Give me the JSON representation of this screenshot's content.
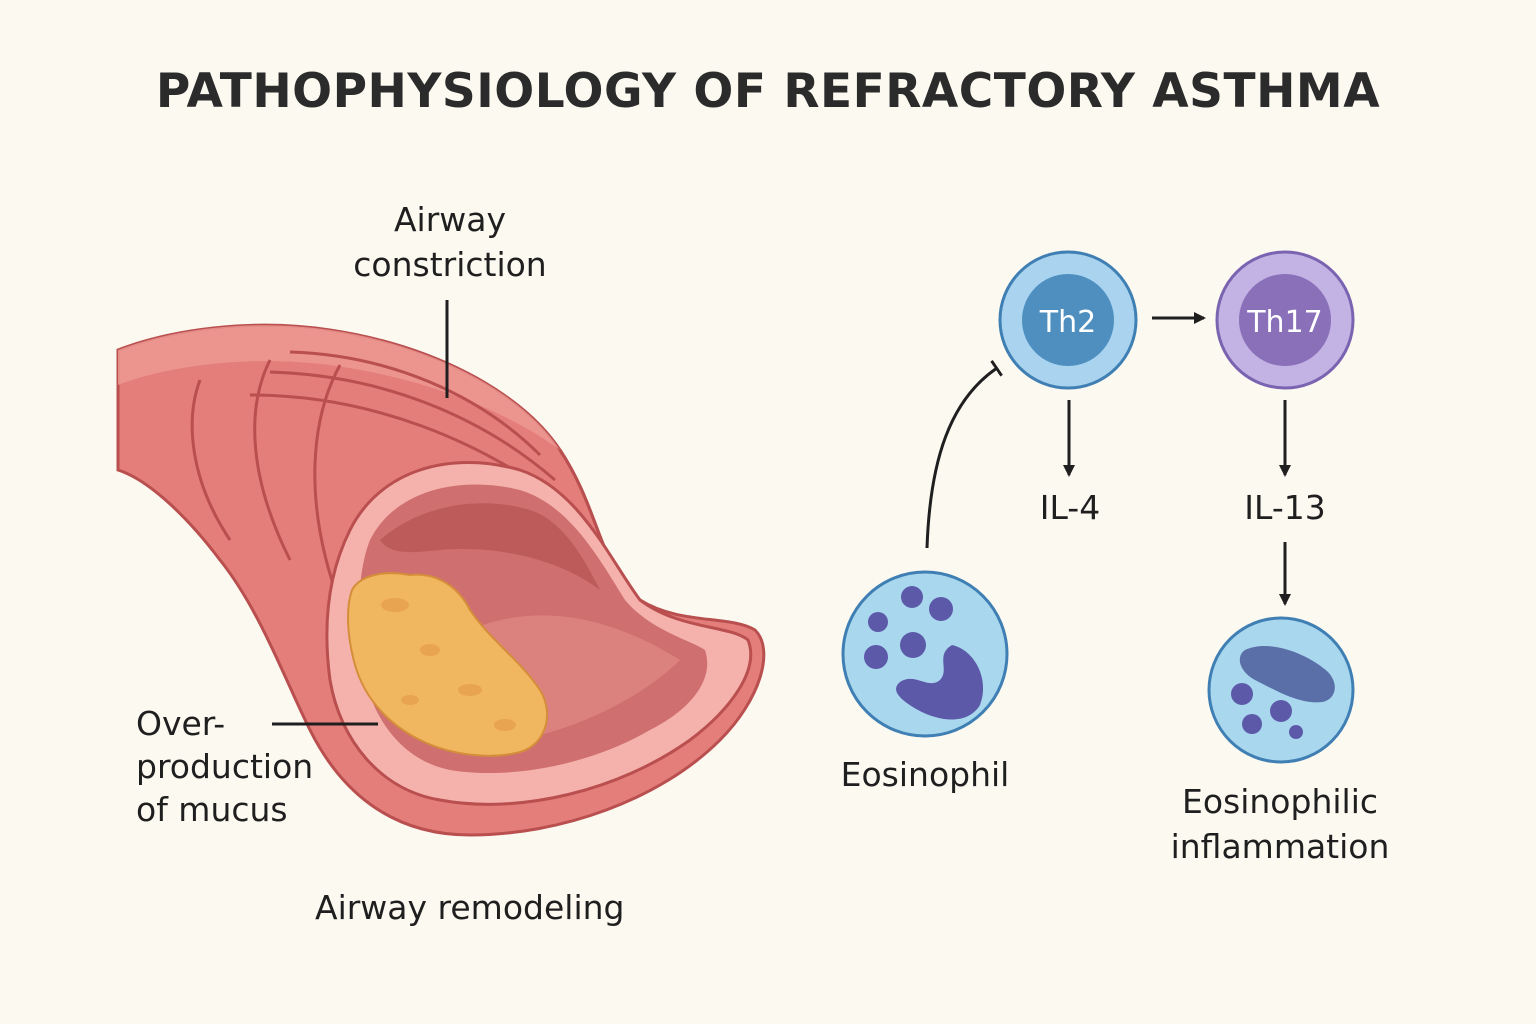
{
  "title": "PATHOPHYSIOLOGY OF REFRACTORY ASTHMA",
  "airway": {
    "constriction_label": [
      "Airway",
      "constriction"
    ],
    "mucus_label": [
      "Over-",
      "production",
      "of mucus"
    ],
    "remodeling_label": "Airway remodeling"
  },
  "pathway": {
    "th2_label": "Th2",
    "th17_label": "Th17",
    "il4_label": "IL-4",
    "il13_label": "IL-13",
    "eosinophil_label": "Eosinophil",
    "inflammation_label": [
      "Eosinophilic",
      "inflammation"
    ]
  },
  "colors": {
    "background": "#fcf9f1",
    "airway_tissue": "#e67f7b",
    "mucus": "#f1b660",
    "th2": "#8dc3e3",
    "th17": "#b09ad6",
    "eosinophil": "#a9d7ee",
    "granule": "#5c5aa8"
  }
}
